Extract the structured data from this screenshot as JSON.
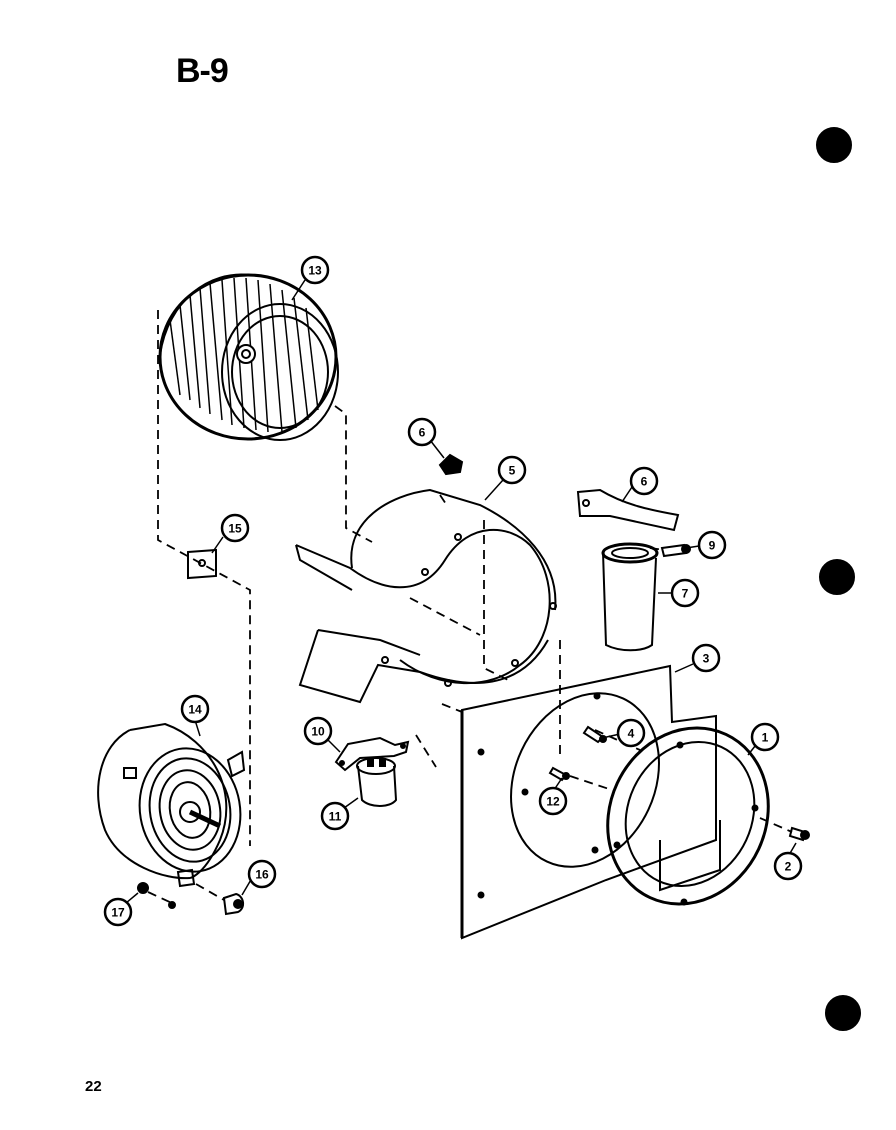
{
  "title": "B-9",
  "page_number": "22",
  "parts": [
    {
      "number": "1"
    },
    {
      "number": "2"
    },
    {
      "number": "3"
    },
    {
      "number": "4"
    },
    {
      "number": "5"
    },
    {
      "number": "6"
    },
    {
      "number": "6"
    },
    {
      "number": "7"
    },
    {
      "number": "9"
    },
    {
      "number": "10"
    },
    {
      "number": "11"
    },
    {
      "number": "12"
    },
    {
      "number": "13"
    },
    {
      "number": "14"
    },
    {
      "number": "15"
    },
    {
      "number": "16"
    },
    {
      "number": "17"
    }
  ],
  "colors": {
    "ink": "#000000",
    "paper": "#ffffff"
  }
}
